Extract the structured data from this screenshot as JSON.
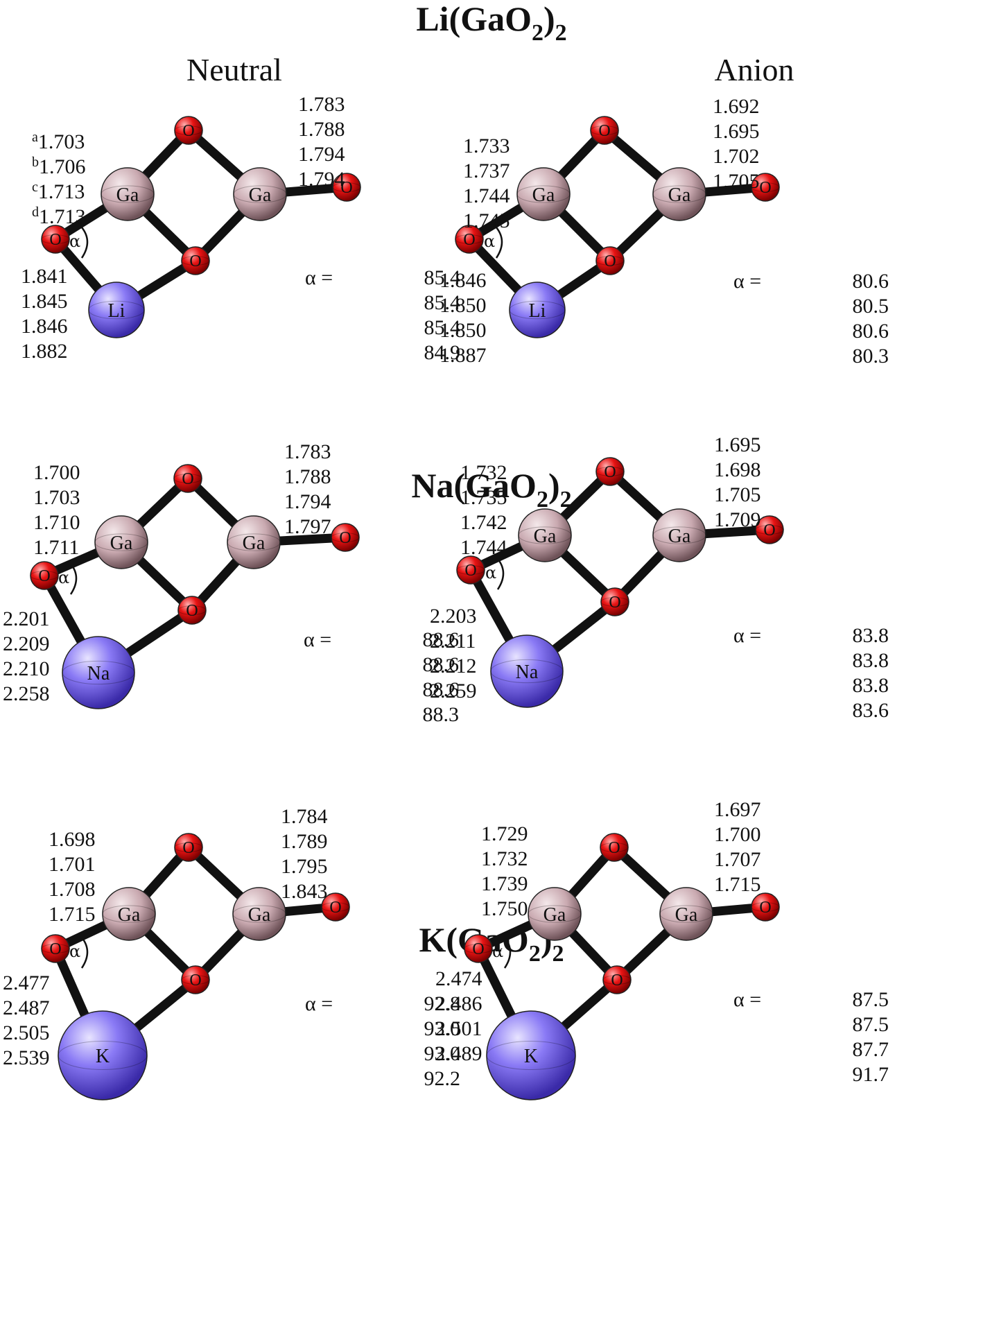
{
  "column_headers": {
    "neutral": "Neutral",
    "anion": "Anion"
  },
  "colors": {
    "bond": "#111111",
    "gallium": "#c9a9b0",
    "oxygen": "#e01010",
    "alkali": "#7d6cf0"
  },
  "alpha_prefix": "α =",
  "alpha_symbol": "α)",
  "oxygen_label": "O",
  "gallium_label": "Ga",
  "molecules": [
    {
      "id": "li",
      "title": {
        "base": "Li(GaO",
        "sub1": "2",
        "close": ")",
        "sub2": "2"
      },
      "alkali": "Li",
      "neutral": {
        "ga_o_terminal": [
          "1.703",
          "1.706",
          "1.713",
          "1.713"
        ],
        "ga_o_terminal_marks": [
          "a",
          "b",
          "c",
          "d"
        ],
        "ga_o_right": [
          "1.783",
          "1.788",
          "1.794",
          "1.794"
        ],
        "m_o": [
          "1.841",
          "1.845",
          "1.846",
          "1.882"
        ],
        "alpha": [
          "85.4",
          "85.4",
          "85.4",
          "84.9"
        ]
      },
      "anion": {
        "ga_o_terminal": [
          "1.733",
          "1.737",
          "1.744",
          "1.745"
        ],
        "ga_o_right": [
          "1.692",
          "1.695",
          "1.702",
          "1.705"
        ],
        "m_o": [
          "1.846",
          "1.850",
          "1.850",
          "1.887"
        ],
        "alpha": [
          "80.6",
          "80.5",
          "80.6",
          "80.3"
        ]
      }
    },
    {
      "id": "na",
      "title": {
        "base": "Na(GaO",
        "sub1": "2",
        "close": ")",
        "sub2": "2"
      },
      "alkali": "Na",
      "neutral": {
        "ga_o_terminal": [
          "1.700",
          "1.703",
          "1.710",
          "1.711"
        ],
        "ga_o_right": [
          "1.783",
          "1.788",
          "1.794",
          "1.797"
        ],
        "m_o": [
          "2.201",
          "2.209",
          "2.210",
          "2.258"
        ],
        "alpha": [
          "88.6",
          "88.6",
          "88.6",
          "88.3"
        ]
      },
      "anion": {
        "ga_o_terminal": [
          "1.732",
          "1.735",
          "1.742",
          "1.744"
        ],
        "ga_o_right": [
          "1.695",
          "1.698",
          "1.705",
          "1.709"
        ],
        "m_o": [
          "2.203",
          "2.211",
          "2.212",
          "2.259"
        ],
        "alpha": [
          "83.8",
          "83.8",
          "83.8",
          "83.6"
        ]
      }
    },
    {
      "id": "k",
      "title": {
        "base": "K(GaO",
        "sub1": "2",
        "close": ")",
        "sub2": "2"
      },
      "alkali": "K",
      "neutral": {
        "ga_o_terminal": [
          "1.698",
          "1.701",
          "1.708",
          "1.715"
        ],
        "ga_o_right": [
          "1.784",
          "1.789",
          "1.795",
          "1.843"
        ],
        "m_o": [
          "2.477",
          "2.487",
          "2.505",
          "2.539"
        ],
        "alpha": [
          "92.8",
          "93.0",
          "93.0",
          "92.2"
        ]
      },
      "anion": {
        "ga_o_terminal": [
          "1.729",
          "1.732",
          "1.739",
          "1.750"
        ],
        "ga_o_right": [
          "1.697",
          "1.700",
          "1.707",
          "1.715"
        ],
        "m_o": [
          "2.474",
          "2.486",
          "2.501",
          "2.489"
        ],
        "alpha": [
          "87.5",
          "87.5",
          "87.7",
          "91.7"
        ]
      }
    }
  ]
}
